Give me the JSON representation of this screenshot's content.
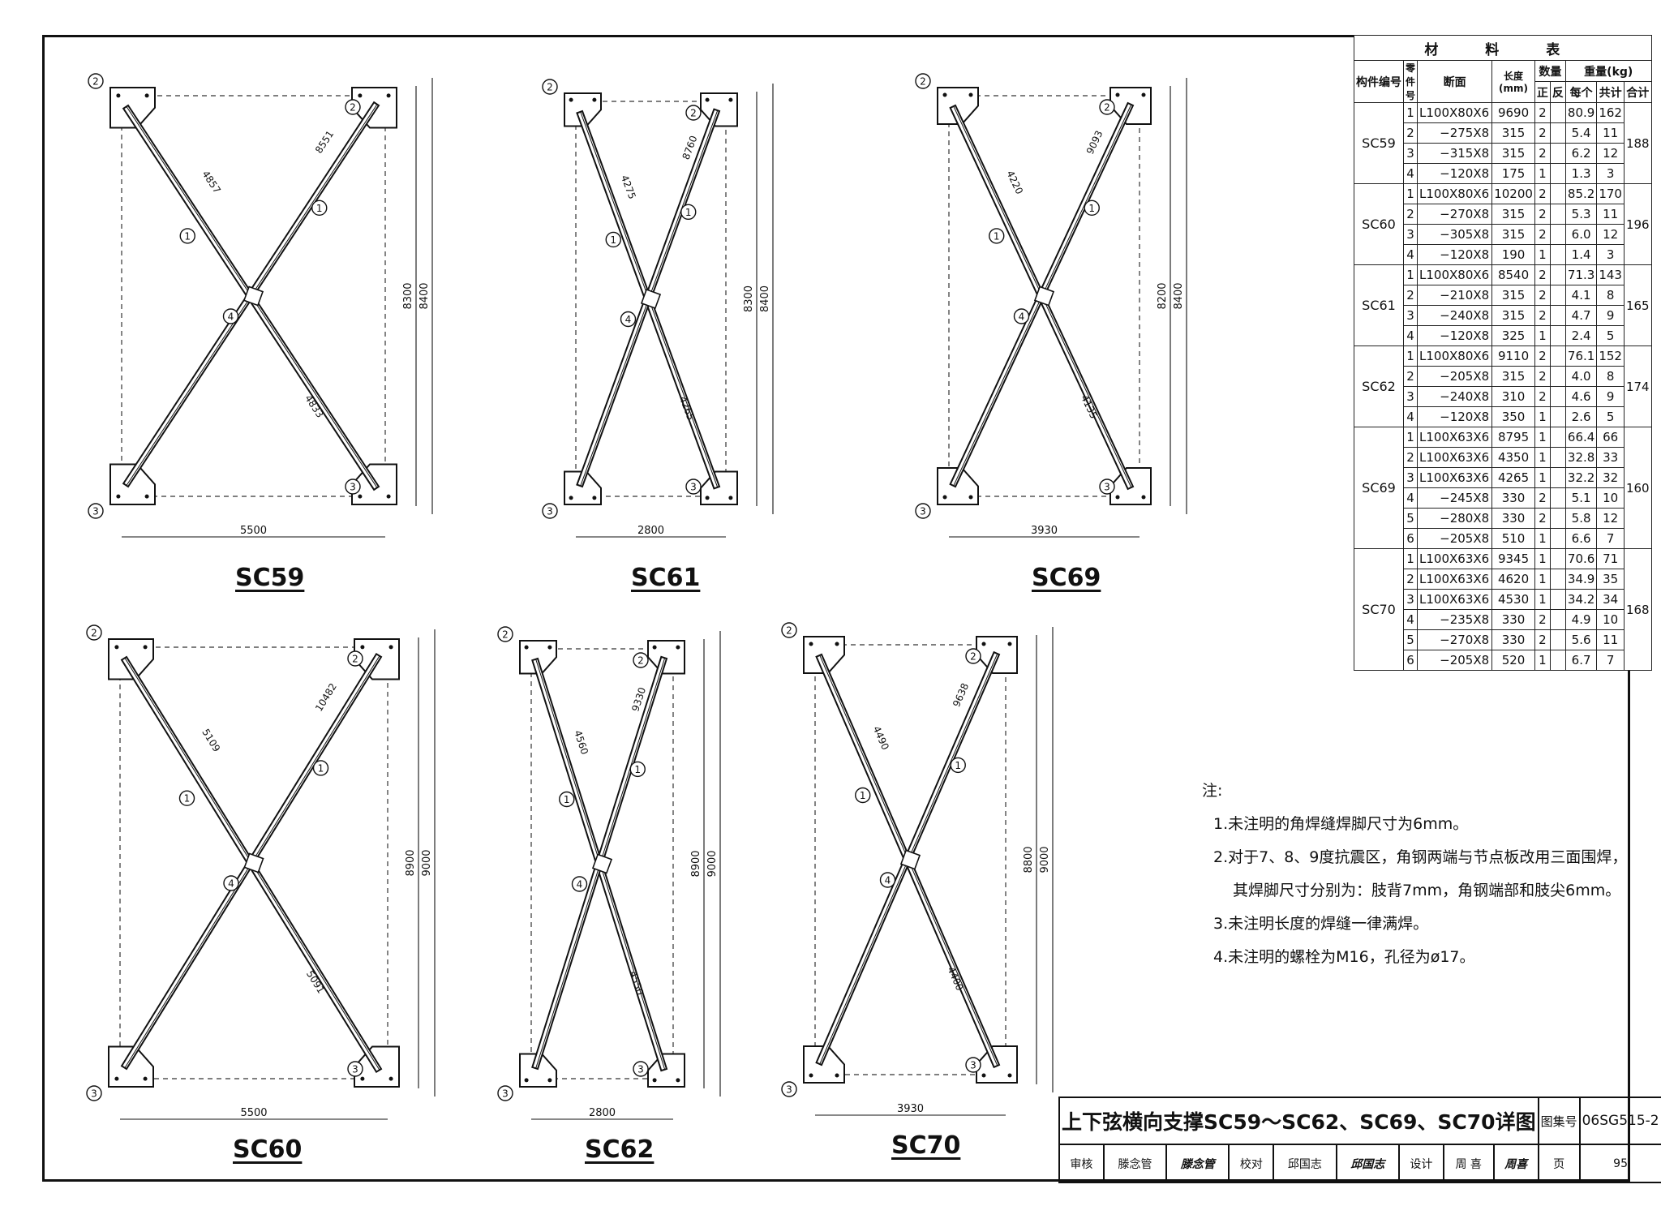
{
  "drawing": {
    "labels": {
      "sc59": "SC59",
      "sc61": "SC61",
      "sc69": "SC69",
      "sc60": "SC60",
      "sc62": "SC62",
      "sc70": "SC70"
    },
    "dims": {
      "sc59": {
        "width": "5500",
        "height1": "8300",
        "height2": "8400",
        "diag1": "4857",
        "diag2": "4833",
        "chord": "8551",
        "chord2": "8300",
        "spacing": "5500"
      },
      "sc61": {
        "width": "2800",
        "height1": "8300",
        "height2": "8400",
        "diag1": "4275",
        "diag2": "4265",
        "w2": "2800",
        "chord": "8760",
        "chord2": "8300"
      },
      "sc69": {
        "width": "3930",
        "height1": "8200",
        "height2": "8400",
        "diag1": "4220",
        "diag2": "4135",
        "chord": "9093",
        "chord2": "8200",
        "w2": "3930"
      },
      "sc60": {
        "width": "5500",
        "height1": "8900",
        "height2": "9000",
        "diag1": "5109",
        "diag2": "5091",
        "chord": "10482",
        "chord2": "8900",
        "w2": "5500"
      },
      "sc62": {
        "width": "2800",
        "height1": "8900",
        "height2": "9000",
        "diag1": "4560",
        "diag2": "4550",
        "chord": "9330",
        "chord2": "8900",
        "w2": "2800"
      },
      "sc70": {
        "width": "3930",
        "height1": "8800",
        "height2": "9000",
        "diag1": "4490",
        "diag2": "4400",
        "chord": "9638",
        "chord2": "8800",
        "w2": "3930"
      }
    }
  },
  "material_table": {
    "title": "材 料 表",
    "headers": {
      "member": "构件编号",
      "part": "零件号",
      "section": "断面",
      "length": "长度(mm)",
      "qty": "数量",
      "qty_pos": "正",
      "qty_neg": "反",
      "weight": "重量(kg)",
      "each": "每个",
      "sum": "共计",
      "total": "合计"
    },
    "groups": [
      {
        "id": "SC59",
        "total": "188",
        "rows": [
          {
            "no": "1",
            "sec": "L100X80X6",
            "len": "9690",
            "pos": "2",
            "neg": "",
            "each": "80.9",
            "sum": "162"
          },
          {
            "no": "2",
            "sec": "−275X8",
            "len": "315",
            "pos": "2",
            "neg": "",
            "each": "5.4",
            "sum": "11"
          },
          {
            "no": "3",
            "sec": "−315X8",
            "len": "315",
            "pos": "2",
            "neg": "",
            "each": "6.2",
            "sum": "12"
          },
          {
            "no": "4",
            "sec": "−120X8",
            "len": "175",
            "pos": "1",
            "neg": "",
            "each": "1.3",
            "sum": "3"
          }
        ]
      },
      {
        "id": "SC60",
        "total": "196",
        "rows": [
          {
            "no": "1",
            "sec": "L100X80X6",
            "len": "10200",
            "pos": "2",
            "neg": "",
            "each": "85.2",
            "sum": "170"
          },
          {
            "no": "2",
            "sec": "−270X8",
            "len": "315",
            "pos": "2",
            "neg": "",
            "each": "5.3",
            "sum": "11"
          },
          {
            "no": "3",
            "sec": "−305X8",
            "len": "315",
            "pos": "2",
            "neg": "",
            "each": "6.0",
            "sum": "12"
          },
          {
            "no": "4",
            "sec": "−120X8",
            "len": "190",
            "pos": "1",
            "neg": "",
            "each": "1.4",
            "sum": "3"
          }
        ]
      },
      {
        "id": "SC61",
        "total": "165",
        "rows": [
          {
            "no": "1",
            "sec": "L100X80X6",
            "len": "8540",
            "pos": "2",
            "neg": "",
            "each": "71.3",
            "sum": "143"
          },
          {
            "no": "2",
            "sec": "−210X8",
            "len": "315",
            "pos": "2",
            "neg": "",
            "each": "4.1",
            "sum": "8"
          },
          {
            "no": "3",
            "sec": "−240X8",
            "len": "315",
            "pos": "2",
            "neg": "",
            "each": "4.7",
            "sum": "9"
          },
          {
            "no": "4",
            "sec": "−120X8",
            "len": "325",
            "pos": "1",
            "neg": "",
            "each": "2.4",
            "sum": "5"
          }
        ]
      },
      {
        "id": "SC62",
        "total": "174",
        "rows": [
          {
            "no": "1",
            "sec": "L100X80X6",
            "len": "9110",
            "pos": "2",
            "neg": "",
            "each": "76.1",
            "sum": "152"
          },
          {
            "no": "2",
            "sec": "−205X8",
            "len": "315",
            "pos": "2",
            "neg": "",
            "each": "4.0",
            "sum": "8"
          },
          {
            "no": "3",
            "sec": "−240X8",
            "len": "310",
            "pos": "2",
            "neg": "",
            "each": "4.6",
            "sum": "9"
          },
          {
            "no": "4",
            "sec": "−120X8",
            "len": "350",
            "pos": "1",
            "neg": "",
            "each": "2.6",
            "sum": "5"
          }
        ]
      },
      {
        "id": "SC69",
        "total": "160",
        "rows": [
          {
            "no": "1",
            "sec": "L100X63X6",
            "len": "8795",
            "pos": "1",
            "neg": "",
            "each": "66.4",
            "sum": "66"
          },
          {
            "no": "2",
            "sec": "L100X63X6",
            "len": "4350",
            "pos": "1",
            "neg": "",
            "each": "32.8",
            "sum": "33"
          },
          {
            "no": "3",
            "sec": "L100X63X6",
            "len": "4265",
            "pos": "1",
            "neg": "",
            "each": "32.2",
            "sum": "32"
          },
          {
            "no": "4",
            "sec": "−245X8",
            "len": "330",
            "pos": "2",
            "neg": "",
            "each": "5.1",
            "sum": "10"
          },
          {
            "no": "5",
            "sec": "−280X8",
            "len": "330",
            "pos": "2",
            "neg": "",
            "each": "5.8",
            "sum": "12"
          },
          {
            "no": "6",
            "sec": "−205X8",
            "len": "510",
            "pos": "1",
            "neg": "",
            "each": "6.6",
            "sum": "7"
          }
        ]
      },
      {
        "id": "SC70",
        "total": "168",
        "rows": [
          {
            "no": "1",
            "sec": "L100X63X6",
            "len": "9345",
            "pos": "1",
            "neg": "",
            "each": "70.6",
            "sum": "71"
          },
          {
            "no": "2",
            "sec": "L100X63X6",
            "len": "4620",
            "pos": "1",
            "neg": "",
            "each": "34.9",
            "sum": "35"
          },
          {
            "no": "3",
            "sec": "L100X63X6",
            "len": "4530",
            "pos": "1",
            "neg": "",
            "each": "34.2",
            "sum": "34"
          },
          {
            "no": "4",
            "sec": "−235X8",
            "len": "330",
            "pos": "2",
            "neg": "",
            "each": "4.9",
            "sum": "10"
          },
          {
            "no": "5",
            "sec": "−270X8",
            "len": "330",
            "pos": "2",
            "neg": "",
            "each": "5.6",
            "sum": "11"
          },
          {
            "no": "6",
            "sec": "−205X8",
            "len": "520",
            "pos": "1",
            "neg": "",
            "each": "6.7",
            "sum": "7"
          }
        ]
      }
    ]
  },
  "notes": {
    "title": "注:",
    "items": [
      "1.未注明的角焊缝焊脚尺寸为6mm。",
      "2.对于7、8、9度抗震区，角钢两端与节点板改用三面围焊，",
      "其焊脚尺寸分别为：肢背7mm，角钢端部和肢尖6mm。",
      "3.未注明长度的焊缝一律满焊。",
      "4.未注明的螺栓为M16，孔径为ø17。"
    ]
  },
  "title_block": {
    "title": "上下弦横向支撑SC59～SC62、SC69、SC70详图",
    "atlas_label": "图集号",
    "atlas_no": "06SG515-2",
    "review_label": "审核",
    "review_name": "滕念管",
    "review_sig": "滕念管",
    "check_label": "校对",
    "check_name": "邱国志",
    "check_sig": "邱国志",
    "design_label": "设计",
    "design_name": "周 喜",
    "design_sig": "周喜",
    "page_label": "页",
    "page_no": "95"
  }
}
